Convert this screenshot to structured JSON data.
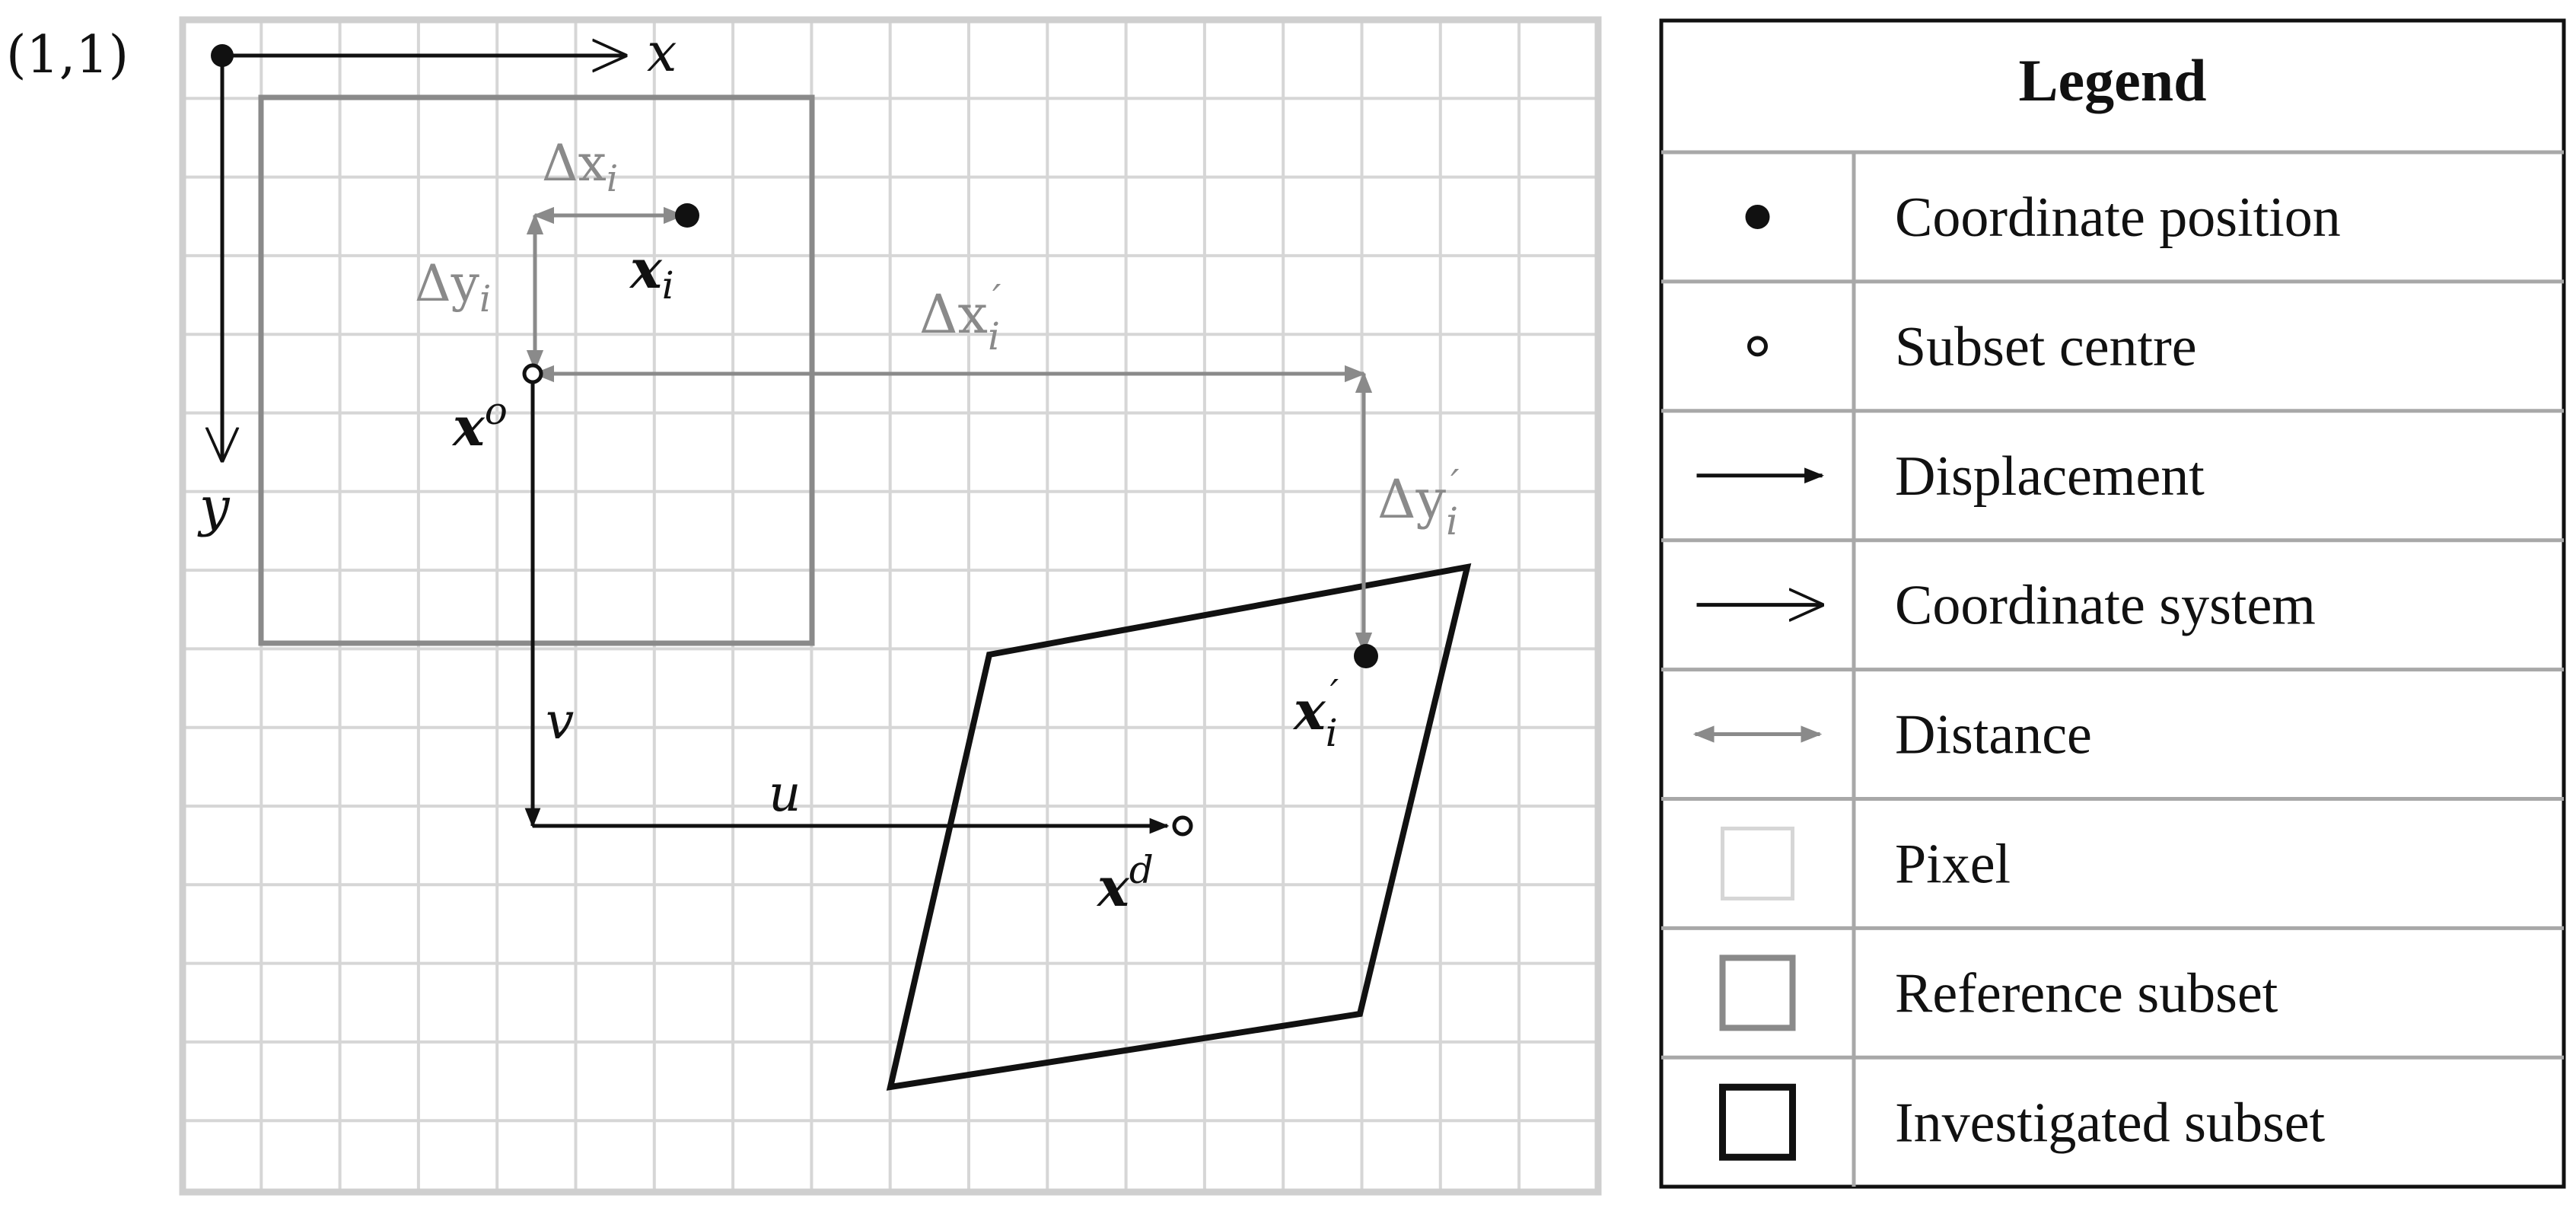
{
  "diagram": {
    "origin_label": "(1,1)",
    "axis_x_label": "x",
    "axis_y_label": "y",
    "delta_x_label": "Δx",
    "delta_x_sub": "i",
    "delta_y_label": "Δy",
    "delta_y_sub": "i",
    "delta_x_prime_label": "Δx",
    "delta_x_prime_sub": "i",
    "delta_x_prime_sup": "′",
    "delta_y_prime_label": "Δy",
    "delta_y_prime_sub": "i",
    "delta_y_prime_sup": "′",
    "point_xi_label": "x",
    "point_xi_sub": "i",
    "center_xo_label": "x",
    "center_xo_sup": "o",
    "point_xi_prime_label": "x",
    "point_xi_prime_sub": "i",
    "point_xi_prime_sup": "′",
    "center_xd_label": "x",
    "center_xd_sup": "d",
    "disp_u_label": "u",
    "disp_v_label": "v"
  },
  "legend": {
    "title": "Legend",
    "items": [
      {
        "icon": "filled-dot-icon",
        "label": "Coordinate position"
      },
      {
        "icon": "hollow-dot-icon",
        "label": "Subset centre"
      },
      {
        "icon": "displacement-arrow-icon",
        "label": "Displacement"
      },
      {
        "icon": "coordinate-arrow-icon",
        "label": "Coordinate system"
      },
      {
        "icon": "distance-double-arrow-icon",
        "label": "Distance"
      },
      {
        "icon": "pixel-square-icon",
        "label": "Pixel"
      },
      {
        "icon": "reference-subset-square-icon",
        "label": "Reference subset"
      },
      {
        "icon": "investigated-subset-square-icon",
        "label": "Investigated subset"
      }
    ]
  },
  "colors": {
    "grid": "#d6d6d6",
    "grid_border": "#cfcfcf",
    "reference": "#8a8a8a",
    "investigated": "#111111",
    "distance": "#8a8a8a",
    "text": "#111111",
    "legend_border": "#111111",
    "legend_divider": "#a8a8a8"
  }
}
